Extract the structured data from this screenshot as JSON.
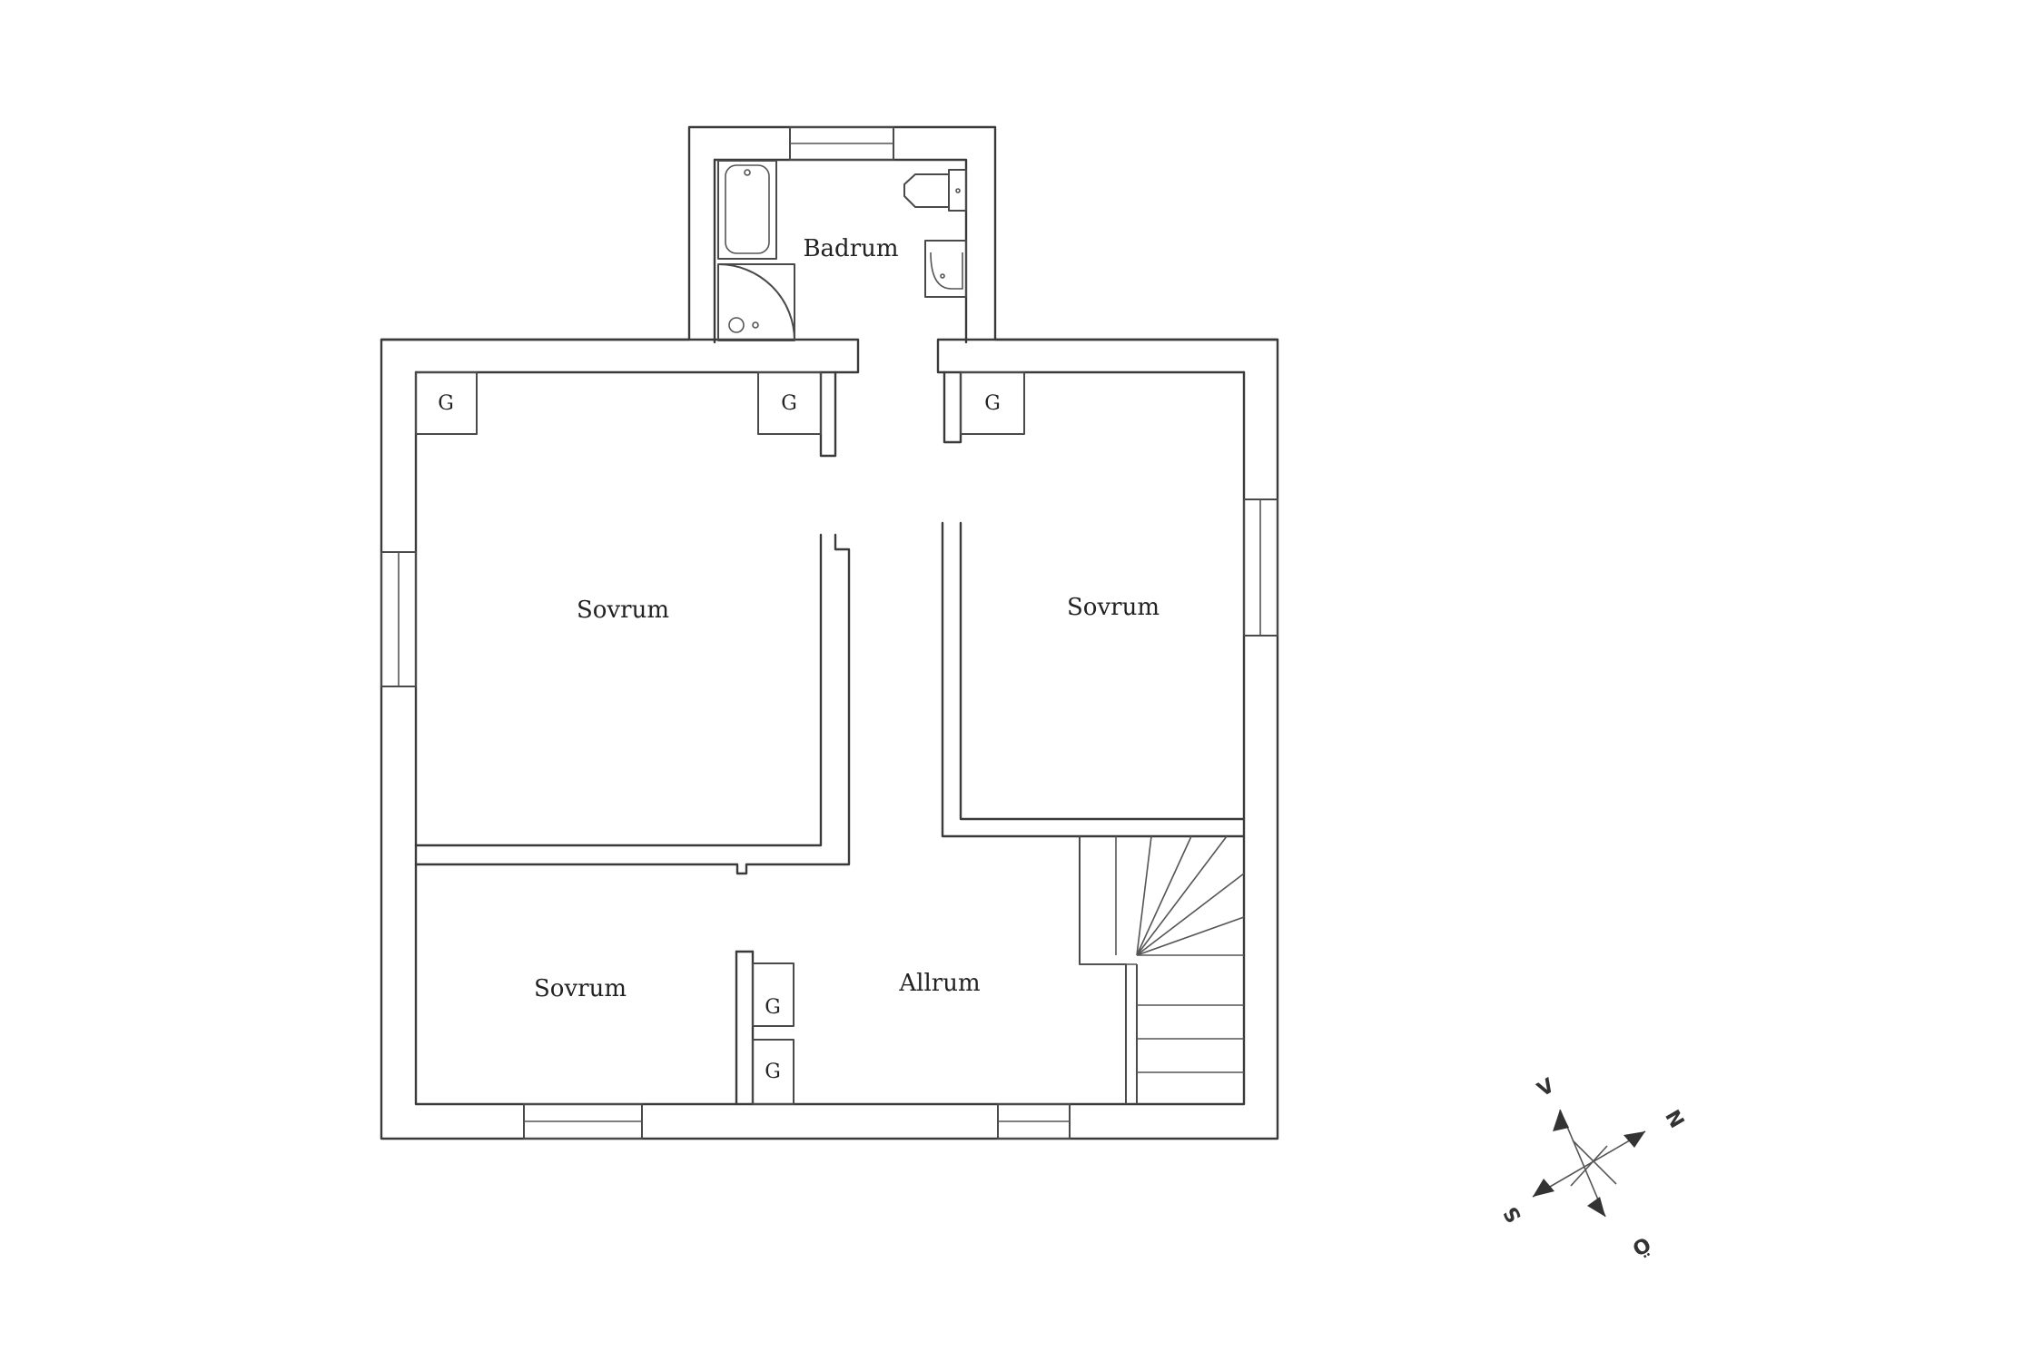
{
  "rooms": {
    "bathroom": "Badrum",
    "bedroom_left": "Sovrum",
    "bedroom_right": "Sovrum",
    "bedroom_bottom": "Sovrum",
    "living_room": "Allrum"
  },
  "closets": {
    "label": "G"
  },
  "compass": {
    "north": "N",
    "south": "S",
    "east": "Ö",
    "west": "V"
  }
}
